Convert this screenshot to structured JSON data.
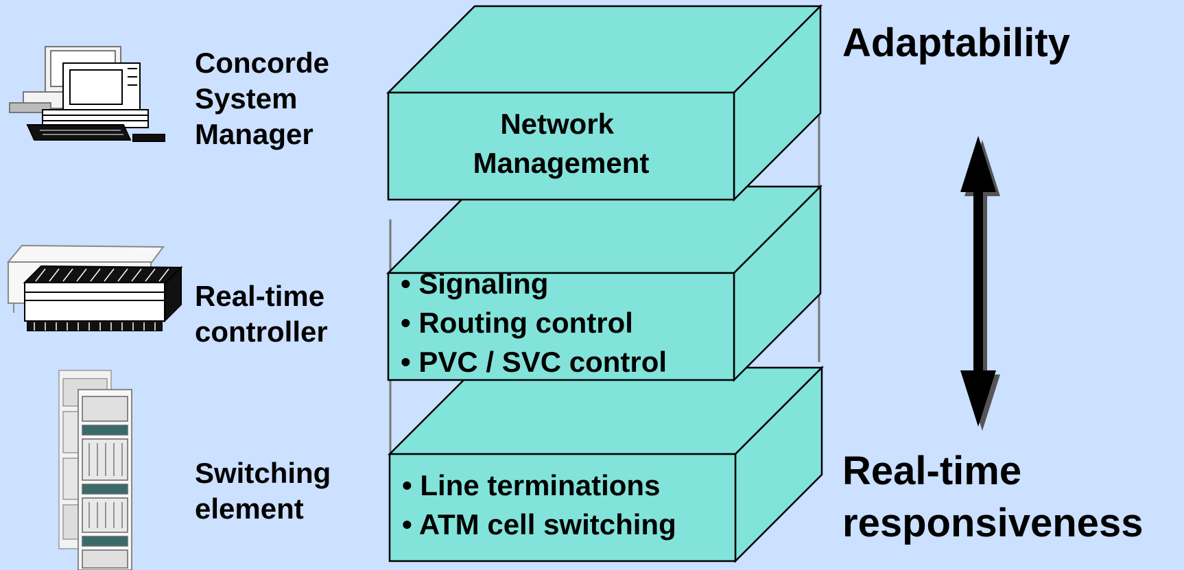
{
  "colors": {
    "background": "#cce0ff",
    "box_fill": "#82e3da",
    "outline": "#000000"
  },
  "left_labels": {
    "system_manager": [
      "Concorde",
      "System",
      "Manager"
    ],
    "controller": [
      "Real-time",
      "controller"
    ],
    "switching": [
      "Switching",
      "element"
    ]
  },
  "layers": {
    "top": [
      "Network",
      "Management"
    ],
    "middle": [
      "• Signaling",
      "• Routing control",
      "• PVC / SVC control"
    ],
    "bottom": [
      "• Line terminations",
      "• ATM cell switching"
    ]
  },
  "right_labels": {
    "top": "Adaptability",
    "bottom": [
      "Real-time",
      "responsiveness"
    ]
  },
  "icons": {
    "system_manager": "computer-workstation-icon",
    "controller": "server-chassis-icon",
    "switching": "equipment-rack-icon",
    "arrow": "double-headed-arrow-icon"
  }
}
